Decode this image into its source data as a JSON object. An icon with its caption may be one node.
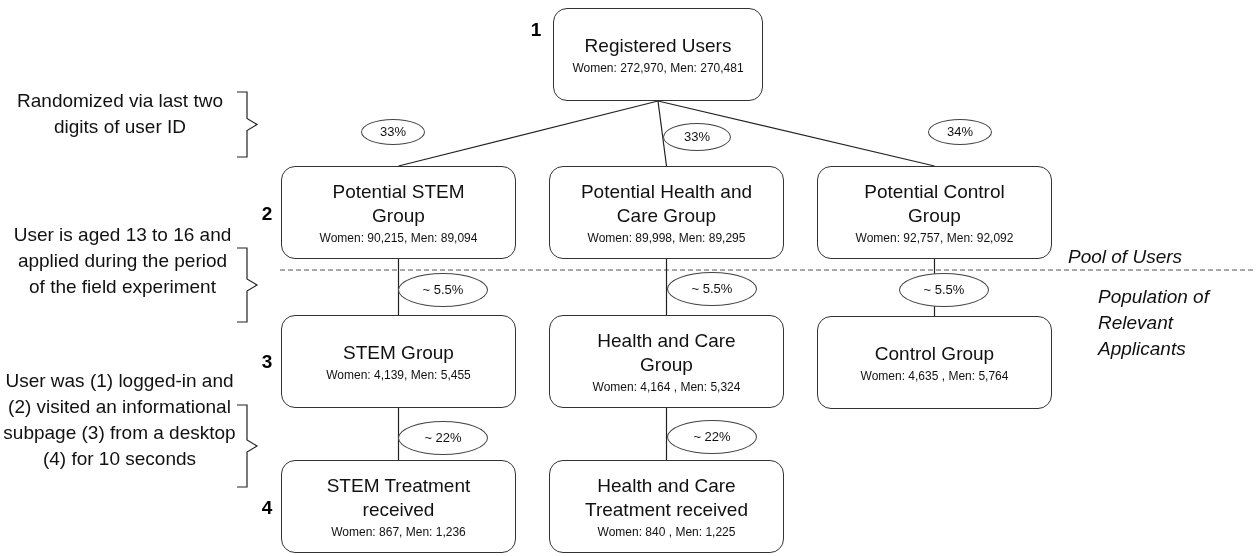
{
  "diagram": {
    "nodes": [
      {
        "text": [
          "Registered Users",
          "Women: 272,970, Men: 270,481"
        ]
      },
      {
        "text": [
          "Potential STEM Group",
          "Women: 90,215, Men: 89,094"
        ]
      },
      {
        "text": [
          "Potential Health and Care Group",
          "Women: 89,998, Men: 89,295"
        ]
      },
      {
        "text": [
          "Potential Control Group",
          "Women: 92,757, Men: 92,092"
        ]
      },
      {
        "text": [
          "STEM Group",
          "Women: 4,139, Men: 5,455"
        ]
      },
      {
        "text": [
          "Health and Care Group",
          "Women: 4,164 , Men: 5,324"
        ]
      },
      {
        "text": [
          "Control Group",
          "Women: 4,635 , Men: 5,764"
        ]
      },
      {
        "text": [
          "STEM Treatment received",
          "Women: 867, Men: 1,236"
        ]
      },
      {
        "text": [
          "Health and Care Treatment received",
          "Women: 840 , Men: 1,225"
        ]
      }
    ],
    "edges": [
      {
        "from": 0,
        "to": 1,
        "arrow": "none",
        "label": "33%"
      },
      {
        "from": 0,
        "to": 2,
        "arrow": "none",
        "label": "33%"
      },
      {
        "from": 0,
        "to": 3,
        "arrow": "none",
        "label": "34%"
      },
      {
        "from": 1,
        "to": 4,
        "arrow": "none",
        "label": "~ 5.5%"
      },
      {
        "from": 2,
        "to": 5,
        "arrow": "none",
        "label": "~ 5.5%"
      },
      {
        "from": 3,
        "to": 6,
        "arrow": "none",
        "label": "~ 5.5%"
      },
      {
        "from": 4,
        "to": 7,
        "arrow": "none",
        "label": "~ 22%"
      },
      {
        "from": 5,
        "to": 8,
        "arrow": "none",
        "label": "~ 22%"
      }
    ],
    "labels": [
      "1",
      "Randomized via last two digits of user ID",
      "2",
      "Pool of Users",
      "User is aged 13 to 16 and applied during the period of the field experiment",
      "Population of Relevant Applicants",
      "3",
      "User was (1) logged-in and (2) visited an informational subpage (3) from a desktop (4) for 10 seconds",
      "4"
    ]
  }
}
